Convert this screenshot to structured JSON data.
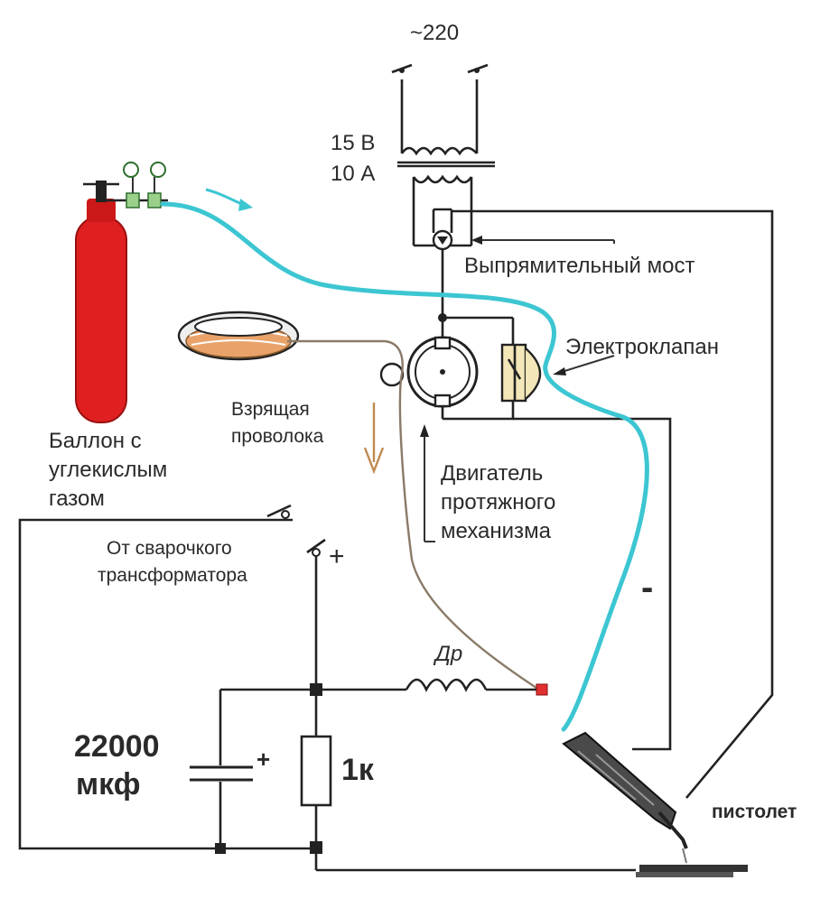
{
  "labels": {
    "mains": "~220",
    "voltage": "15 В",
    "current": "10 А",
    "rectifier": "Выпрямительный мост",
    "valve": "Электроклапан",
    "wire_line1": "Взрящая",
    "wire_line2": "проволока",
    "motor_line1": "Двигатель",
    "motor_line2": "протяжного",
    "motor_line3": "механизма",
    "cylinder_line1": "Баллон с",
    "cylinder_line2": "углекислым",
    "cylinder_line3": "газом",
    "transformer_line1": "От сварочкого",
    "transformer_line2": "трансформатора",
    "plus_top": "+",
    "minus": "-",
    "choke": "Др",
    "capacitance_line1": "22000",
    "capacitance_line2": "мкф",
    "cap_plus": "+",
    "resistor": "1к",
    "gun": "пистолет"
  },
  "colors": {
    "cylinder": "#e02020",
    "gas_hose": "#3cc6d2",
    "terminal": "#e03030",
    "valve_body": "#f3e6b8",
    "spool_coil": "#e9a36a",
    "regulator": "#9bd08a"
  }
}
